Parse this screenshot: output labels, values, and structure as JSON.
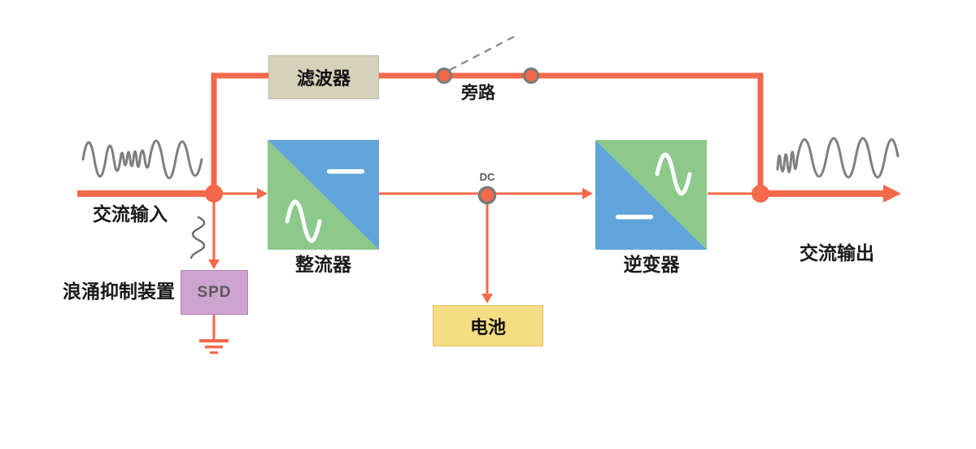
{
  "diagram_type": "ups-online-double-conversion-topology",
  "nodes": {
    "ac_input": {
      "label": "交流输入"
    },
    "filter": {
      "label": "滤波器"
    },
    "bypass": {
      "label": "旁路"
    },
    "rectifier": {
      "label": "整流器"
    },
    "dc_bus": {
      "label": "DC"
    },
    "battery": {
      "label": "电池"
    },
    "inverter": {
      "label": "逆变器"
    },
    "surge_protector": {
      "label": "浪涌抑制装置",
      "box_label": "SPD"
    },
    "ac_output": {
      "label": "交流输出"
    }
  },
  "icons": {
    "input_wave": "distorted-ac-sine-wave",
    "output_wave": "clean-ac-sine-wave",
    "surge_squiggle": "surge-impulse-wave",
    "ground": "earth-ground-symbol",
    "bypass_switch": "open-switch-dashed",
    "rectifier_glyph": "ac-to-dc-converter",
    "inverter_glyph": "dc-to-ac-converter"
  },
  "palette": {
    "line_orange": "#f3694c",
    "wave_gray": "#7f7f7f",
    "box_blue": "#61a4db",
    "box_green": "#8cc98a",
    "filter_beige": "#d6d1ba",
    "battery_yellow": "#f6dd83",
    "spd_purple": "#cda3cf",
    "node_ring_gray": "#7a7a7a",
    "dash_gray": "#909090",
    "label_black": "#1a1a1a",
    "secondary_text_gray": "#595959",
    "glyph_white": "#ffffff"
  }
}
